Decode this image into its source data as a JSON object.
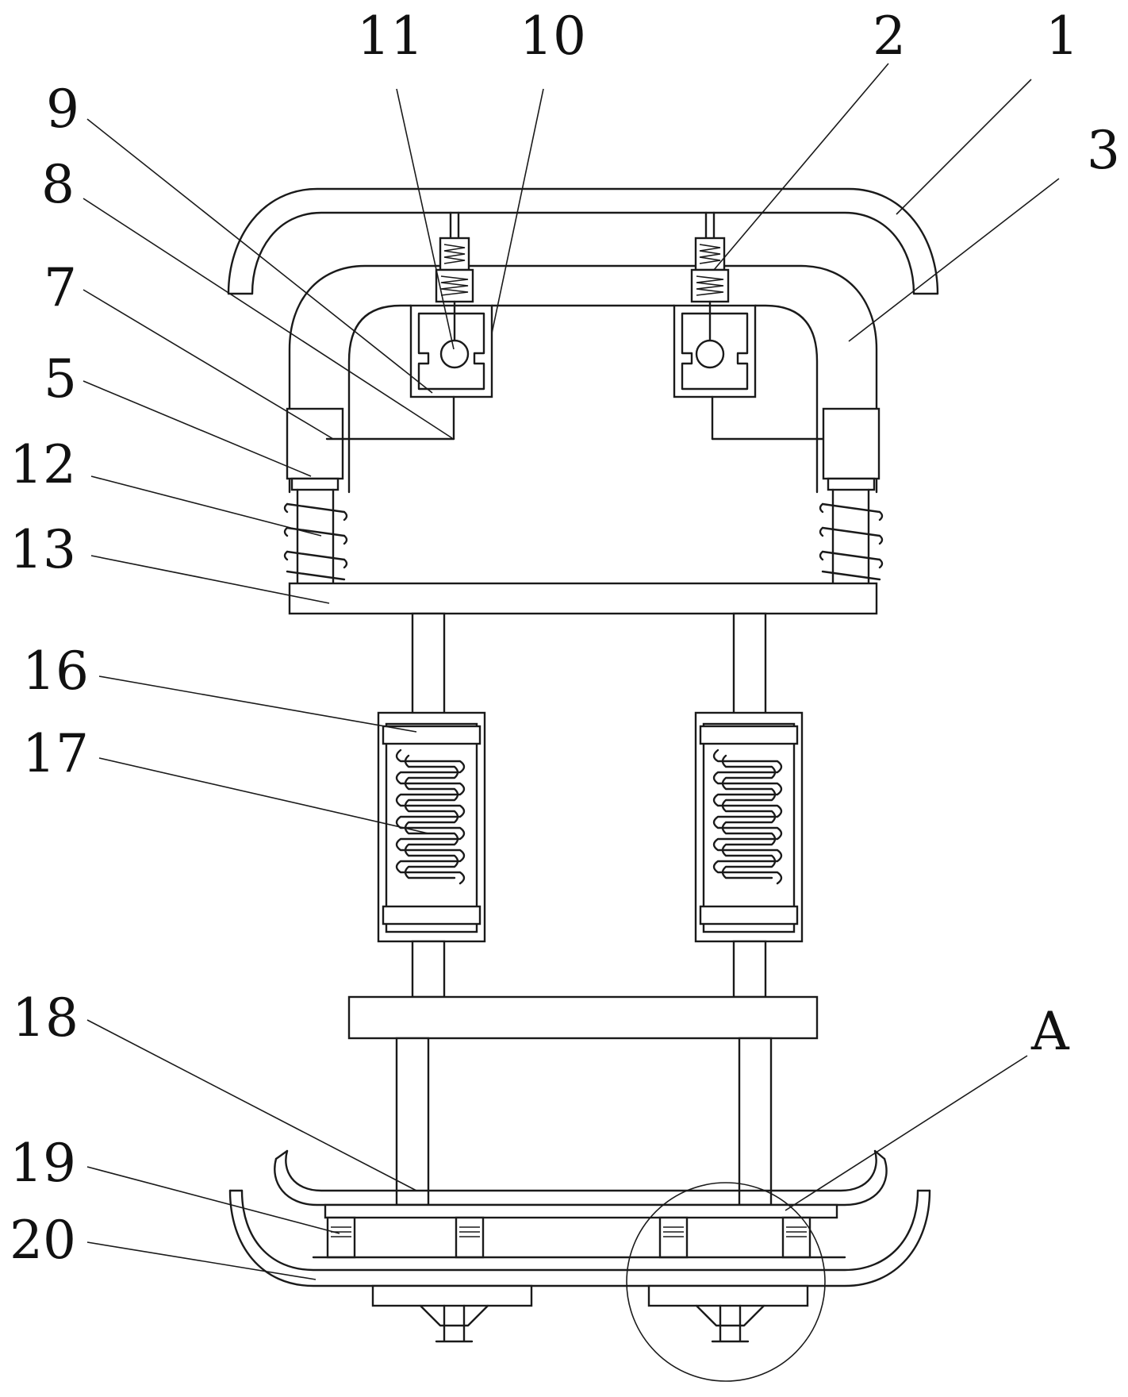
{
  "diagram": {
    "callouts": [
      "1",
      "2",
      "3",
      "5",
      "7",
      "8",
      "9",
      "10",
      "11",
      "12",
      "13",
      "16",
      "17",
      "18",
      "19",
      "20",
      "A"
    ]
  }
}
